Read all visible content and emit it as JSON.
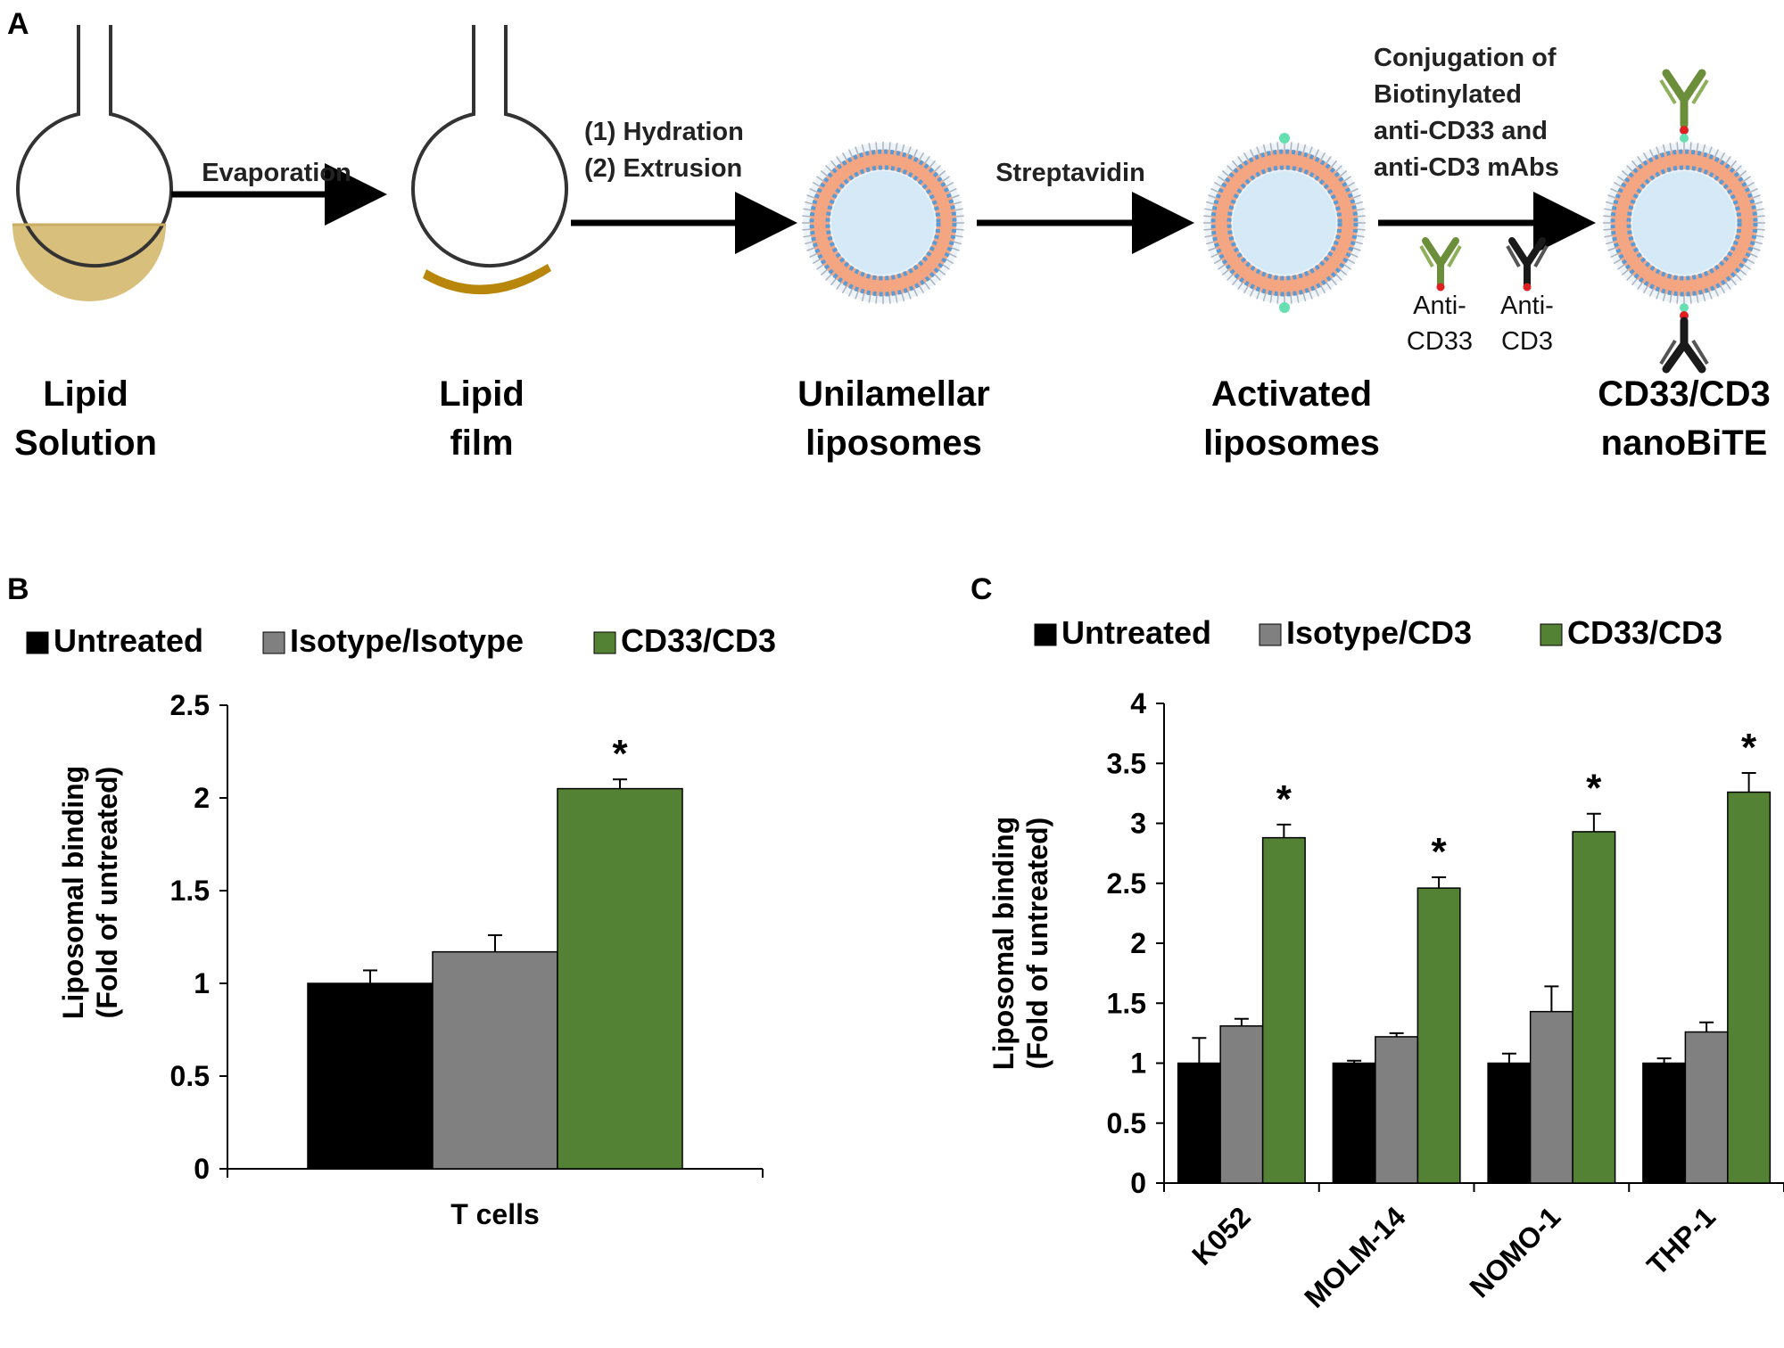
{
  "panels": {
    "a": "A",
    "b": "B",
    "c": "C"
  },
  "workflow": {
    "stages": [
      {
        "line1": "Lipid",
        "line2": "Solution"
      },
      {
        "line1": "Lipid",
        "line2": "film"
      },
      {
        "line1": "Unilamellar",
        "line2": "liposomes"
      },
      {
        "line1": "Activated",
        "line2": "liposomes"
      },
      {
        "line1": "CD33/CD3",
        "line2": "nanoBiTE"
      }
    ],
    "steps": {
      "evaporation": "Evaporation",
      "hydration": "(1) Hydration",
      "extrusion": "(2) Extrusion",
      "streptavidin": "Streptavidin",
      "conjugation": [
        "Conjugation of",
        "Biotinylated",
        "anti-CD33 and",
        "anti-CD3 mAbs"
      ]
    },
    "antibodies": {
      "cd33_line1": "Anti-",
      "cd33_line2": "CD33",
      "cd3_line1": "Anti-",
      "cd3_line2": "CD3"
    },
    "colors": {
      "lipid_solution": "#d8bf7c",
      "lipid_film": "#b8860b",
      "liposome_core": "#d6e9f7",
      "lipid_head": "#5b9bd5",
      "lipid_tail": "#f4a582",
      "streptavidin": "#66e0b0",
      "anti_cd33": "#6b8e3a",
      "anti_cd3": "#1a1a1a",
      "biotin": "#e02020"
    }
  },
  "chart_data": [
    {
      "type": "bar",
      "categories": [
        "T cells"
      ],
      "series": [
        {
          "name": "Untreated",
          "values": [
            1.0
          ],
          "errors": [
            0.07
          ],
          "color": "#000000"
        },
        {
          "name": "Isotype/Isotype",
          "values": [
            1.17
          ],
          "errors": [
            0.09
          ],
          "color": "#808080"
        },
        {
          "name": "CD33/CD3",
          "values": [
            2.05
          ],
          "errors": [
            0.05
          ],
          "color": "#548235"
        }
      ],
      "significance": [
        [
          "",
          "",
          "*"
        ]
      ],
      "xlabel": "",
      "ylabel": [
        "Liposomal binding",
        "(Fold of untreated)"
      ],
      "ylim": [
        0,
        2.5
      ],
      "yticks": [
        0,
        0.5,
        1,
        1.5,
        2,
        2.5
      ],
      "ytick_labels": [
        "0",
        "0.5",
        "1",
        "1.5",
        "2",
        "2.5"
      ],
      "legend_position": "top"
    },
    {
      "type": "bar",
      "categories": [
        "K052",
        "MOLM-14",
        "NOMO-1",
        "THP-1"
      ],
      "series": [
        {
          "name": "Untreated",
          "values": [
            1.0,
            1.0,
            1.0,
            1.0
          ],
          "errors": [
            0.21,
            0.02,
            0.08,
            0.04
          ],
          "color": "#000000"
        },
        {
          "name": "Isotype/CD3",
          "values": [
            1.31,
            1.22,
            1.43,
            1.26
          ],
          "errors": [
            0.06,
            0.03,
            0.21,
            0.08
          ],
          "color": "#808080"
        },
        {
          "name": "CD33/CD3",
          "values": [
            2.88,
            2.46,
            2.93,
            3.26
          ],
          "errors": [
            0.11,
            0.09,
            0.15,
            0.16
          ],
          "color": "#548235"
        }
      ],
      "significance": [
        [
          "",
          "",
          "*"
        ],
        [
          "",
          "",
          "*"
        ],
        [
          "",
          "",
          "*"
        ],
        [
          "",
          "",
          "*"
        ]
      ],
      "xlabel": "",
      "ylabel": [
        "Liposomal binding",
        "(Fold of untreated)"
      ],
      "ylim": [
        0,
        4
      ],
      "yticks": [
        0,
        0.5,
        1,
        1.5,
        2,
        2.5,
        3,
        3.5,
        4
      ],
      "ytick_labels": [
        "0",
        "0.5",
        "1",
        "1.5",
        "2",
        "2.5",
        "3",
        "3.5",
        "4"
      ],
      "legend_position": "top"
    }
  ]
}
